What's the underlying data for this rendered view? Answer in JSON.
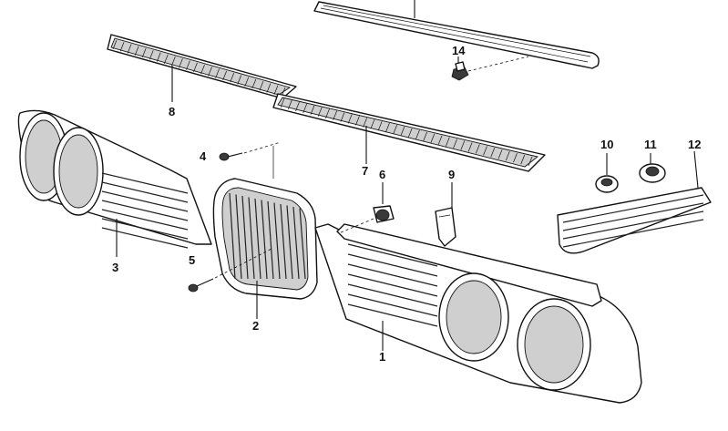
{
  "diagram": {
    "callouts": [
      {
        "id": "1",
        "text": "1"
      },
      {
        "id": "2",
        "text": "2"
      },
      {
        "id": "3",
        "text": "3"
      },
      {
        "id": "4",
        "text": "4"
      },
      {
        "id": "5",
        "text": "5"
      },
      {
        "id": "6",
        "text": "6"
      },
      {
        "id": "7",
        "text": "7"
      },
      {
        "id": "8",
        "text": "8"
      },
      {
        "id": "9",
        "text": "9"
      },
      {
        "id": "10",
        "text": "10"
      },
      {
        "id": "11",
        "text": "11"
      },
      {
        "id": "12",
        "text": "12"
      },
      {
        "id": "14",
        "text": "14"
      }
    ]
  }
}
